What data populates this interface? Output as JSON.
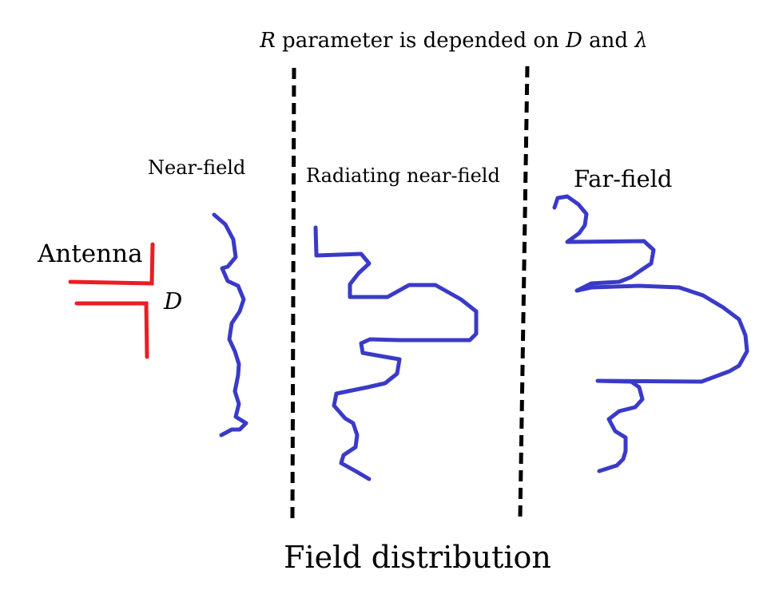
{
  "title": {
    "r_symbol": "R",
    "text_a": " parameter is depended on ",
    "d_symbol": "D",
    "text_b": " and ",
    "lambda_symbol": "λ"
  },
  "regions": {
    "near_field": "Near-field",
    "radiating_near_field": "Radiating near-field",
    "far_field": "Far-field"
  },
  "antenna": {
    "label": "Antenna",
    "dimension": "D",
    "color": "#ec1c24"
  },
  "caption": "Field distribution",
  "colors": {
    "wave": "#3a3ac8",
    "separator": "#000000"
  }
}
